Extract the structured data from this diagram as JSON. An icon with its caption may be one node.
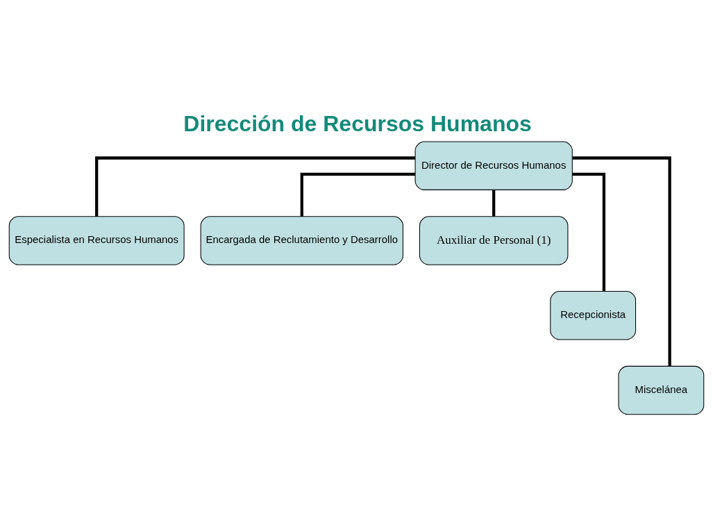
{
  "diagram": {
    "title": "Dirección de Recursos Humanos",
    "nodes": [
      {
        "text": [
          "Director de Recursos Humanos"
        ]
      },
      {
        "text": [
          "Especialista en Recursos Humanos"
        ]
      },
      {
        "text": [
          "Encargada de Reclutamiento y Desarrollo"
        ]
      },
      {
        "text": [
          "Auxiliar de Personal (1)"
        ]
      },
      {
        "text": [
          "Recepcionista"
        ]
      },
      {
        "text": [
          "Miscelánea"
        ]
      }
    ],
    "edges": [
      {
        "from": 0,
        "to": 1,
        "arrow": "none"
      },
      {
        "from": 0,
        "to": 2,
        "arrow": "none"
      },
      {
        "from": 0,
        "to": 3,
        "arrow": "none"
      },
      {
        "from": 0,
        "to": 4,
        "arrow": "none"
      },
      {
        "from": 0,
        "to": 5,
        "arrow": "none"
      }
    ]
  }
}
